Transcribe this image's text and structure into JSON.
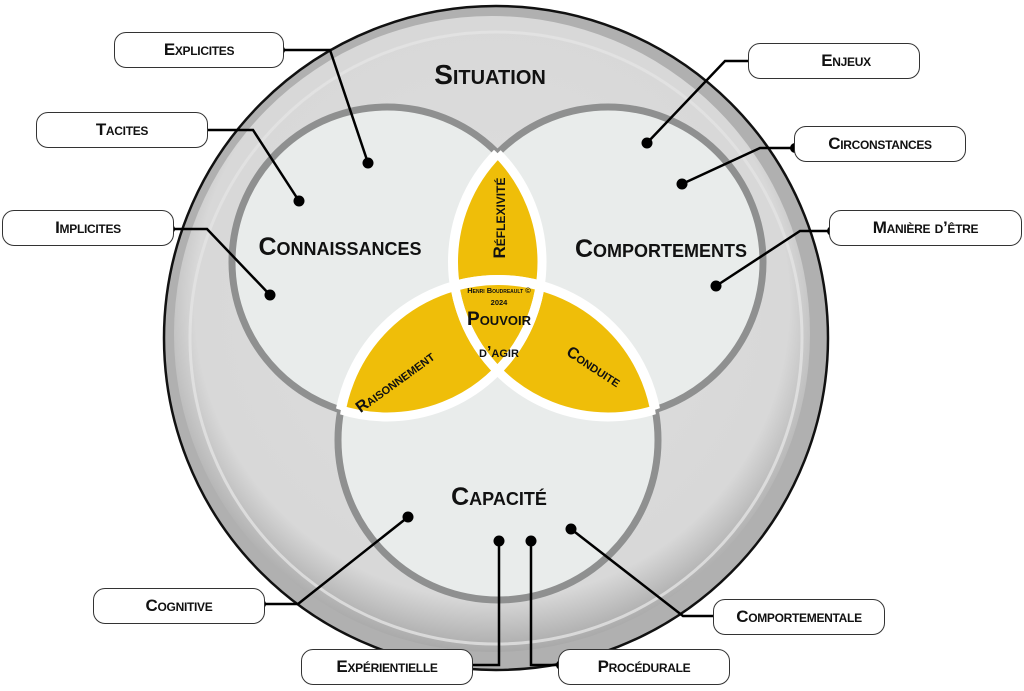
{
  "diagram": {
    "outer": {
      "label": "Situation"
    },
    "circles": {
      "left": {
        "label": "Connaissances"
      },
      "right": {
        "label": "Comportements"
      },
      "bottom": {
        "label": "Capacité"
      }
    },
    "lenses": {
      "top": {
        "label": "Réflexivité"
      },
      "left": {
        "label": "Raisonnement"
      },
      "right": {
        "label": "Conduite"
      }
    },
    "center": {
      "copyright": "Henri Boudreault ©",
      "year": "2024",
      "line1": "Pouvoir",
      "line2": "d’agir"
    },
    "callouts": {
      "explicites": "Explicites",
      "tacites": "Tacites",
      "implicites": "Implicites",
      "enjeux": "Enjeux",
      "circonstances": "Circonstances",
      "maniere_etre": "Manière d’être",
      "cognitive": "Cognitive",
      "experientielle": "Expérientielle",
      "procedurale": "Procédurale",
      "comportementale": "Comportementale"
    },
    "colors": {
      "lens_fill": "#efbe09",
      "outer_ring": "#d9d9d9",
      "inner_fill": "#e9eceb",
      "circle_stroke": "#8f9090"
    }
  }
}
